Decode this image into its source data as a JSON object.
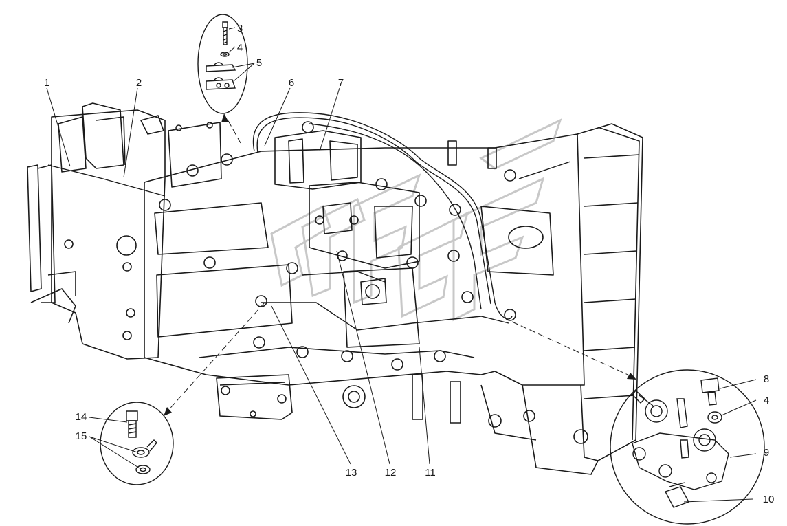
{
  "diagram": {
    "callouts": [
      {
        "id": "callout-1",
        "label": "1"
      },
      {
        "id": "callout-2",
        "label": "2"
      },
      {
        "id": "callout-3",
        "label": "3"
      },
      {
        "id": "callout-4-top",
        "label": "4"
      },
      {
        "id": "callout-5",
        "label": "5"
      },
      {
        "id": "callout-6",
        "label": "6"
      },
      {
        "id": "callout-7",
        "label": "7"
      },
      {
        "id": "callout-8",
        "label": "8"
      },
      {
        "id": "callout-4-right",
        "label": "4"
      },
      {
        "id": "callout-9",
        "label": "9"
      },
      {
        "id": "callout-10",
        "label": "10"
      },
      {
        "id": "callout-11",
        "label": "11"
      },
      {
        "id": "callout-12",
        "label": "12"
      },
      {
        "id": "callout-13",
        "label": "13"
      },
      {
        "id": "callout-14",
        "label": "14"
      },
      {
        "id": "callout-15",
        "label": "15"
      }
    ],
    "colors": {
      "line": "#1a1a1a",
      "watermark": "#c8c8c8",
      "background": "#ffffff"
    }
  }
}
